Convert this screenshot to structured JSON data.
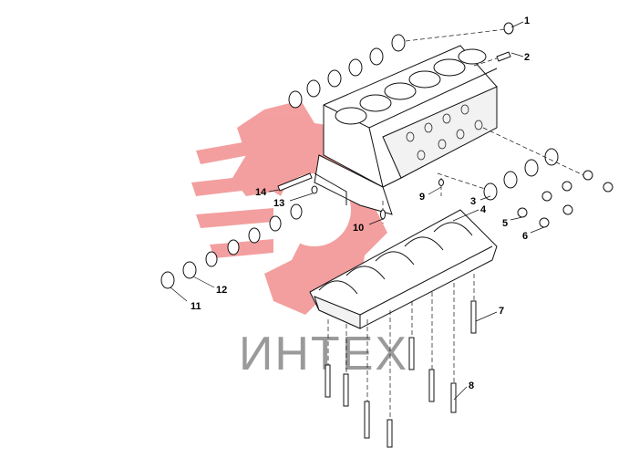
{
  "watermark": {
    "text": "ИНТЕХ",
    "logo_color": "#f08080",
    "text_color": "#9a9a9a"
  },
  "callouts": [
    {
      "id": "1",
      "label": "1"
    },
    {
      "id": "2",
      "label": "2"
    },
    {
      "id": "3",
      "label": "3"
    },
    {
      "id": "4",
      "label": "4"
    },
    {
      "id": "5",
      "label": "5"
    },
    {
      "id": "6",
      "label": "6"
    },
    {
      "id": "7",
      "label": "7"
    },
    {
      "id": "8",
      "label": "8"
    },
    {
      "id": "9",
      "label": "9"
    },
    {
      "id": "10",
      "label": "10"
    },
    {
      "id": "11",
      "label": "11"
    },
    {
      "id": "12",
      "label": "12"
    },
    {
      "id": "13",
      "label": "13"
    },
    {
      "id": "14",
      "label": "14"
    }
  ]
}
